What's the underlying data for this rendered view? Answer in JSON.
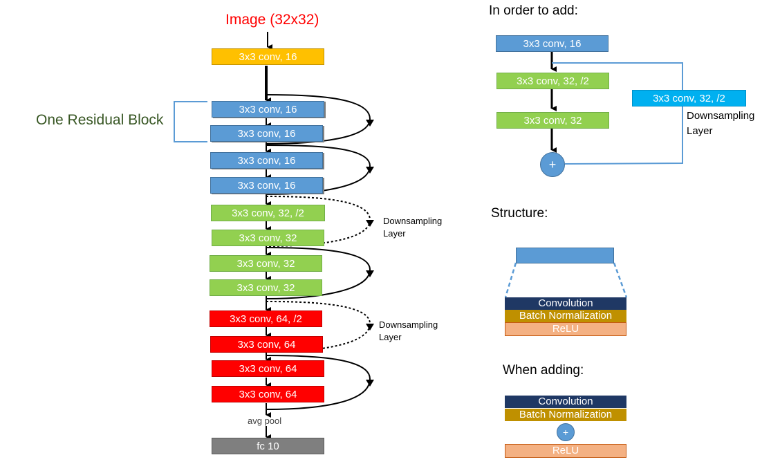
{
  "left": {
    "title": "Image (32x32)",
    "block_label": "One Residual Block",
    "first_conv": "3x3 conv, 16",
    "blocks": [
      "3x3 conv, 16",
      "3x3 conv, 16",
      "3x3 conv, 16",
      "3x3 conv, 16",
      "3x3 conv, 32, /2",
      "3x3 conv, 32",
      "3x3 conv, 32",
      "3x3 conv, 32",
      "3x3 conv, 64, /2",
      "3x3 conv, 64",
      "3x3 conv, 64",
      "3x3 conv, 64"
    ],
    "downsampling": [
      {
        "line1": "Downsampling",
        "line2": "Layer"
      },
      {
        "line1": "Downsampling",
        "line2": "Layer"
      }
    ],
    "pool": "avg pool",
    "fc": "fc 10"
  },
  "add_panel": {
    "heading": "In order to add:",
    "blocks": [
      "3x3 conv, 16",
      "3x3 conv, 32, /2",
      "3x3 conv, 32"
    ],
    "side_block": "3x3 conv, 32, /2",
    "side_line1": "Downsampling",
    "side_line2": "Layer",
    "plus": "+"
  },
  "structure": {
    "heading": "Structure:",
    "layers": [
      "Convolution",
      "Batch Normalization",
      "ReLU"
    ]
  },
  "adding": {
    "heading": "When adding:",
    "layers": [
      "Convolution",
      "Batch Normalization",
      "ReLU"
    ],
    "plus": "+"
  },
  "colors": {
    "title_red": "#ff0000",
    "residual_label_green": "#375623",
    "blue_block": "#5b9bd5",
    "green_block": "#92d050",
    "red_block": "#ff0000",
    "orange_block": "#ffc000",
    "gray_block": "#7f7f7f",
    "cyan_block": "#00b0f0",
    "convolution_navy": "#1f3864",
    "batchnorm_gold": "#bf9000",
    "relu_peach": "#f4b183"
  }
}
